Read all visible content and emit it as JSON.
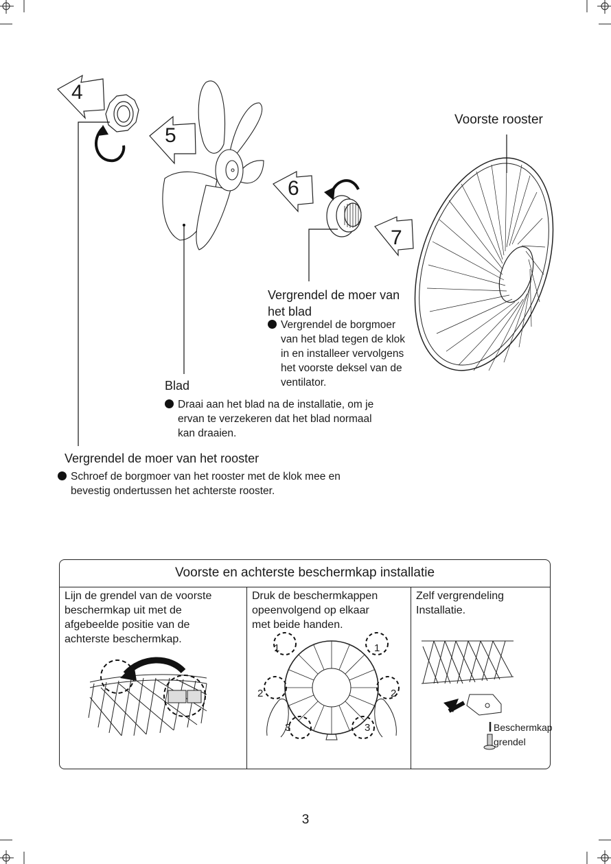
{
  "steps": [
    "4",
    "5",
    "6",
    "7"
  ],
  "labels": {
    "front_grill": "Voorste rooster",
    "blade_nut_title_1": "Vergrendel de moer van",
    "blade_nut_title_2": "het blad",
    "blade_nut_text": [
      "Vergrendel de borgmoer",
      "van het blad tegen de klok",
      "in en installeer vervolgens",
      "het voorste deksel van de",
      "ventilator."
    ],
    "blade_title": "Blad",
    "blade_text": [
      "Draai aan het blad na de installatie, om je",
      "ervan te verzekeren dat het blad normaal",
      "kan draaien."
    ],
    "grill_nut_title": "Vergrendel de moer van het rooster",
    "grill_nut_text": [
      "Schroef de borgmoer van het rooster met de klok mee en",
      "bevestig ondertussen het achterste rooster."
    ]
  },
  "table": {
    "title": "Voorste en achterste beschermkap installatie",
    "col1": [
      "Lijn de grendel van de voorste",
      "beschermkap uit met de",
      "afgebeelde positie van de",
      "achterste beschermkap."
    ],
    "col2": [
      "Druk de beschermkappen",
      "opeenvolgend op elkaar",
      "met beide handen."
    ],
    "col3": [
      "Zelf vergrendeling",
      "Installatie."
    ],
    "col2_numbers": [
      "1",
      "1",
      "2",
      "2",
      "3",
      "3"
    ],
    "col3_label": [
      "Beschermkap",
      "grendel"
    ]
  },
  "page_number": "3"
}
